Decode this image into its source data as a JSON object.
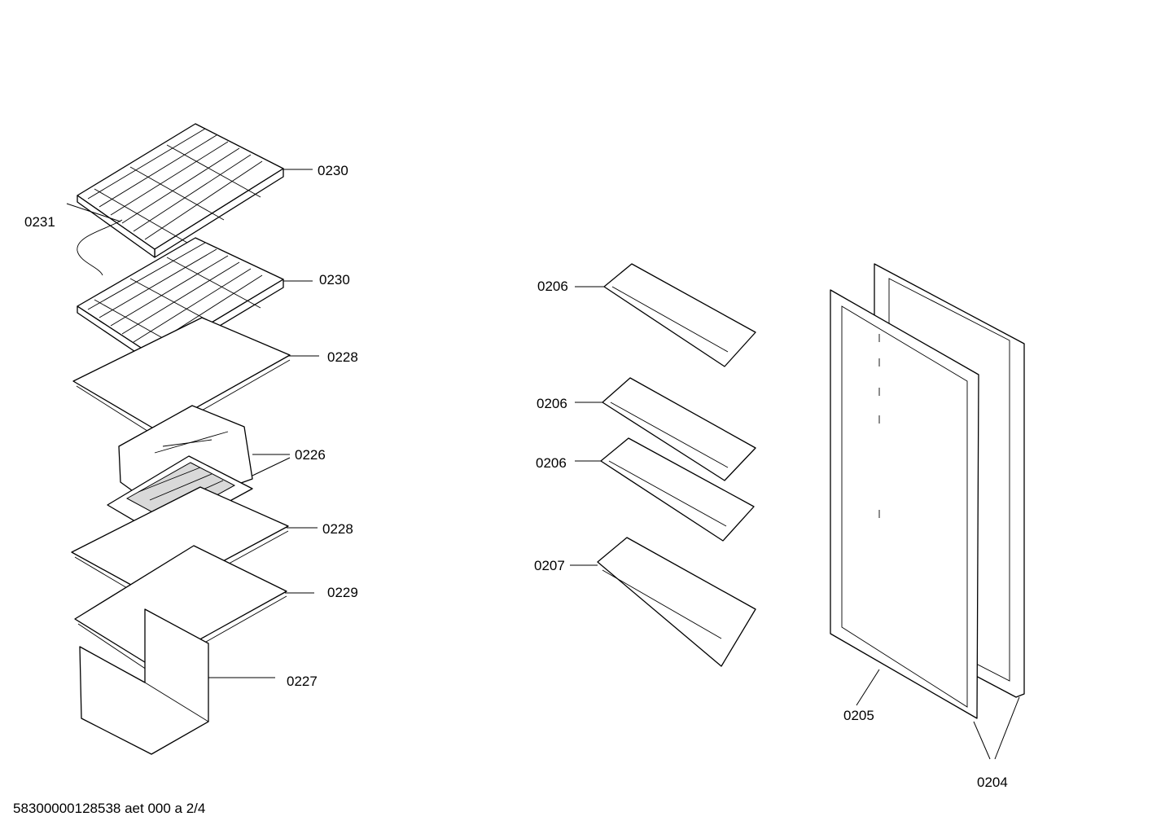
{
  "drawing": {
    "footer_text": "58300000128538 aet 000 a 2/4"
  },
  "callouts": {
    "c0230_top": "0230",
    "c0231": "0231",
    "c0230_mid": "0230",
    "c0228_top": "0228",
    "c0226": "0226",
    "c0228_bottom": "0228",
    "c0229": "0229",
    "c0227": "0227",
    "c0206_a": "0206",
    "c0206_b": "0206",
    "c0206_c": "0206",
    "c0207": "0207",
    "c0205": "0205",
    "c0204": "0204"
  }
}
